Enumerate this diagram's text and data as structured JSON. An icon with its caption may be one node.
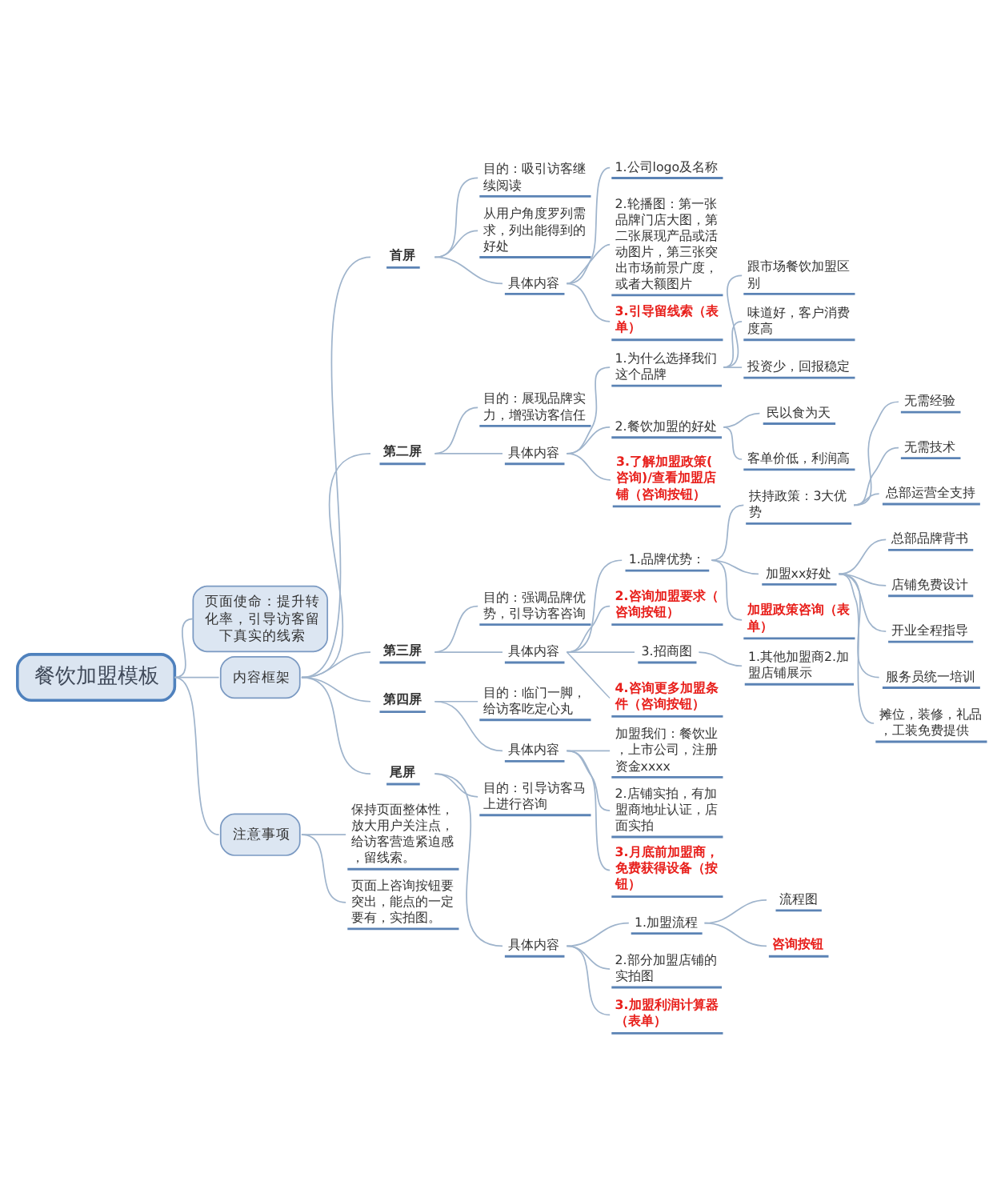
{
  "diagram": {
    "nodes": [
      {
        "text": [
          "餐饮加盟模板"
        ]
      },
      {
        "text": [
          "页面使命：提升转化率，引导访客留下真实的线索"
        ]
      },
      {
        "text": [
          "内容框架"
        ]
      },
      {
        "text": [
          "首屏"
        ]
      },
      {
        "text": [
          "目的：吸引访客继续阅读"
        ]
      },
      {
        "text": [
          "从用户角度罗列需求，列出能得到的好处"
        ]
      },
      {
        "text": [
          "具体内容"
        ]
      },
      {
        "text": [
          "1.公司logo及名称"
        ]
      },
      {
        "text": [
          "2.轮播图：第一张品牌门店大图，第二张展现产品或活动图片，第三张突出市场前景广度，或者大额图片"
        ]
      },
      {
        "text": [
          "3.引导留线索（表单）"
        ]
      },
      {
        "text": [
          "第二屏"
        ]
      },
      {
        "text": [
          "目的：展现品牌实力，增强访客信任"
        ]
      },
      {
        "text": [
          "具体内容"
        ]
      },
      {
        "text": [
          "1.为什么选择我们这个品牌"
        ]
      },
      {
        "text": [
          "跟市场餐饮加盟区别"
        ]
      },
      {
        "text": [
          "味道好，客户消费度高"
        ]
      },
      {
        "text": [
          "投资少，回报稳定"
        ]
      },
      {
        "text": [
          "2.餐饮加盟的好处"
        ]
      },
      {
        "text": [
          "民以食为天"
        ]
      },
      {
        "text": [
          "客单价低，利润高"
        ]
      },
      {
        "text": [
          "3.了解加盟政策(咨询)/查看加盟店铺（咨询按钮）"
        ]
      },
      {
        "text": [
          "第三屏"
        ]
      },
      {
        "text": [
          "目的：强调品牌优势，引导访客咨询"
        ]
      },
      {
        "text": [
          "具体内容"
        ]
      },
      {
        "text": [
          "1.品牌优势："
        ]
      },
      {
        "text": [
          "扶持政策：3大优势"
        ]
      },
      {
        "text": [
          "无需经验"
        ]
      },
      {
        "text": [
          "无需技术"
        ]
      },
      {
        "text": [
          "总部运营全支持"
        ]
      },
      {
        "text": [
          "加盟xx好处"
        ]
      },
      {
        "text": [
          "总部品牌背书"
        ]
      },
      {
        "text": [
          "店铺免费设计"
        ]
      },
      {
        "text": [
          "开业全程指导"
        ]
      },
      {
        "text": [
          "服务员统一培训"
        ]
      },
      {
        "text": [
          "摊位，装修，礼品，工装免费提供"
        ]
      },
      {
        "text": [
          "加盟政策咨询（表单）"
        ]
      },
      {
        "text": [
          "2.咨询加盟要求（咨询按钮）"
        ]
      },
      {
        "text": [
          "3.招商图"
        ]
      },
      {
        "text": [
          "1.其他加盟商2.加盟店铺展示"
        ]
      },
      {
        "text": [
          "4.咨询更多加盟条件（咨询按钮）"
        ]
      },
      {
        "text": [
          "第四屏"
        ]
      },
      {
        "text": [
          "目的：临门一脚，给访客吃定心丸"
        ]
      },
      {
        "text": [
          "具体内容"
        ]
      },
      {
        "text": [
          "加盟我们：餐饮业，上市公司，注册资金xxxx"
        ]
      },
      {
        "text": [
          "2.店铺实拍，有加盟商地址认证，店面实拍"
        ]
      },
      {
        "text": [
          "3.月底前加盟商，免费获得设备（按钮）"
        ]
      },
      {
        "text": [
          "尾屏"
        ]
      },
      {
        "text": [
          "目的：引导访客马上进行咨询"
        ]
      },
      {
        "text": [
          "具体内容"
        ]
      },
      {
        "text": [
          "1.加盟流程"
        ]
      },
      {
        "text": [
          "流程图"
        ]
      },
      {
        "text": [
          "咨询按钮"
        ]
      },
      {
        "text": [
          "2.部分加盟店铺的实拍图"
        ]
      },
      {
        "text": [
          "3.加盟利润计算器（表单）"
        ]
      },
      {
        "text": [
          "注意事项"
        ]
      },
      {
        "text": [
          "保持页面整体性，放大用户关注点，给访客营造紧迫感，留线索。"
        ]
      },
      {
        "text": [
          "页面上咨询按钮要突出，能点的一定要有，实拍图。"
        ]
      }
    ],
    "edges": [
      {
        "from": 0,
        "to": 1,
        "arrow": "none"
      },
      {
        "from": 0,
        "to": 2,
        "arrow": "none"
      },
      {
        "from": 0,
        "to": 54,
        "arrow": "none"
      },
      {
        "from": 2,
        "to": 3,
        "arrow": "none"
      },
      {
        "from": 3,
        "to": 4,
        "arrow": "none"
      },
      {
        "from": 3,
        "to": 5,
        "arrow": "none"
      },
      {
        "from": 3,
        "to": 6,
        "arrow": "none"
      },
      {
        "from": 6,
        "to": 7,
        "arrow": "none"
      },
      {
        "from": 6,
        "to": 8,
        "arrow": "none"
      },
      {
        "from": 6,
        "to": 9,
        "arrow": "none"
      },
      {
        "from": 2,
        "to": 10,
        "arrow": "none"
      },
      {
        "from": 10,
        "to": 11,
        "arrow": "none"
      },
      {
        "from": 10,
        "to": 12,
        "arrow": "none"
      },
      {
        "from": 12,
        "to": 13,
        "arrow": "none"
      },
      {
        "from": 13,
        "to": 14,
        "arrow": "none"
      },
      {
        "from": 13,
        "to": 15,
        "arrow": "none"
      },
      {
        "from": 13,
        "to": 16,
        "arrow": "none"
      },
      {
        "from": 12,
        "to": 17,
        "arrow": "none"
      },
      {
        "from": 17,
        "to": 18,
        "arrow": "none"
      },
      {
        "from": 17,
        "to": 19,
        "arrow": "none"
      },
      {
        "from": 12,
        "to": 20,
        "arrow": "none"
      },
      {
        "from": 2,
        "to": 21,
        "arrow": "none"
      },
      {
        "from": 21,
        "to": 22,
        "arrow": "none"
      },
      {
        "from": 21,
        "to": 23,
        "arrow": "none"
      },
      {
        "from": 23,
        "to": 24,
        "arrow": "none"
      },
      {
        "from": 24,
        "to": 25,
        "arrow": "none"
      },
      {
        "from": 25,
        "to": 26,
        "arrow": "none"
      },
      {
        "from": 25,
        "to": 27,
        "arrow": "none"
      },
      {
        "from": 25,
        "to": 28,
        "arrow": "none"
      },
      {
        "from": 24,
        "to": 29,
        "arrow": "none"
      },
      {
        "from": 29,
        "to": 30,
        "arrow": "none"
      },
      {
        "from": 29,
        "to": 31,
        "arrow": "none"
      },
      {
        "from": 29,
        "to": 32,
        "arrow": "none"
      },
      {
        "from": 29,
        "to": 33,
        "arrow": "none"
      },
      {
        "from": 29,
        "to": 34,
        "arrow": "none"
      },
      {
        "from": 24,
        "to": 35,
        "arrow": "none"
      },
      {
        "from": 23,
        "to": 36,
        "arrow": "none"
      },
      {
        "from": 23,
        "to": 37,
        "arrow": "none"
      },
      {
        "from": 37,
        "to": 38,
        "arrow": "none"
      },
      {
        "from": 23,
        "to": 39,
        "arrow": "none"
      },
      {
        "from": 2,
        "to": 40,
        "arrow": "none"
      },
      {
        "from": 40,
        "to": 41,
        "arrow": "none"
      },
      {
        "from": 40,
        "to": 42,
        "arrow": "none"
      },
      {
        "from": 42,
        "to": 43,
        "arrow": "none"
      },
      {
        "from": 42,
        "to": 44,
        "arrow": "none"
      },
      {
        "from": 42,
        "to": 45,
        "arrow": "none"
      },
      {
        "from": 2,
        "to": 46,
        "arrow": "none"
      },
      {
        "from": 46,
        "to": 47,
        "arrow": "none"
      },
      {
        "from": 46,
        "to": 48,
        "arrow": "none"
      },
      {
        "from": 48,
        "to": 49,
        "arrow": "none"
      },
      {
        "from": 49,
        "to": 50,
        "arrow": "none"
      },
      {
        "from": 49,
        "to": 51,
        "arrow": "none"
      },
      {
        "from": 48,
        "to": 52,
        "arrow": "none"
      },
      {
        "from": 48,
        "to": 53,
        "arrow": "none"
      },
      {
        "from": 54,
        "to": 55,
        "arrow": "none"
      },
      {
        "from": 54,
        "to": 56,
        "arrow": "none"
      }
    ]
  }
}
